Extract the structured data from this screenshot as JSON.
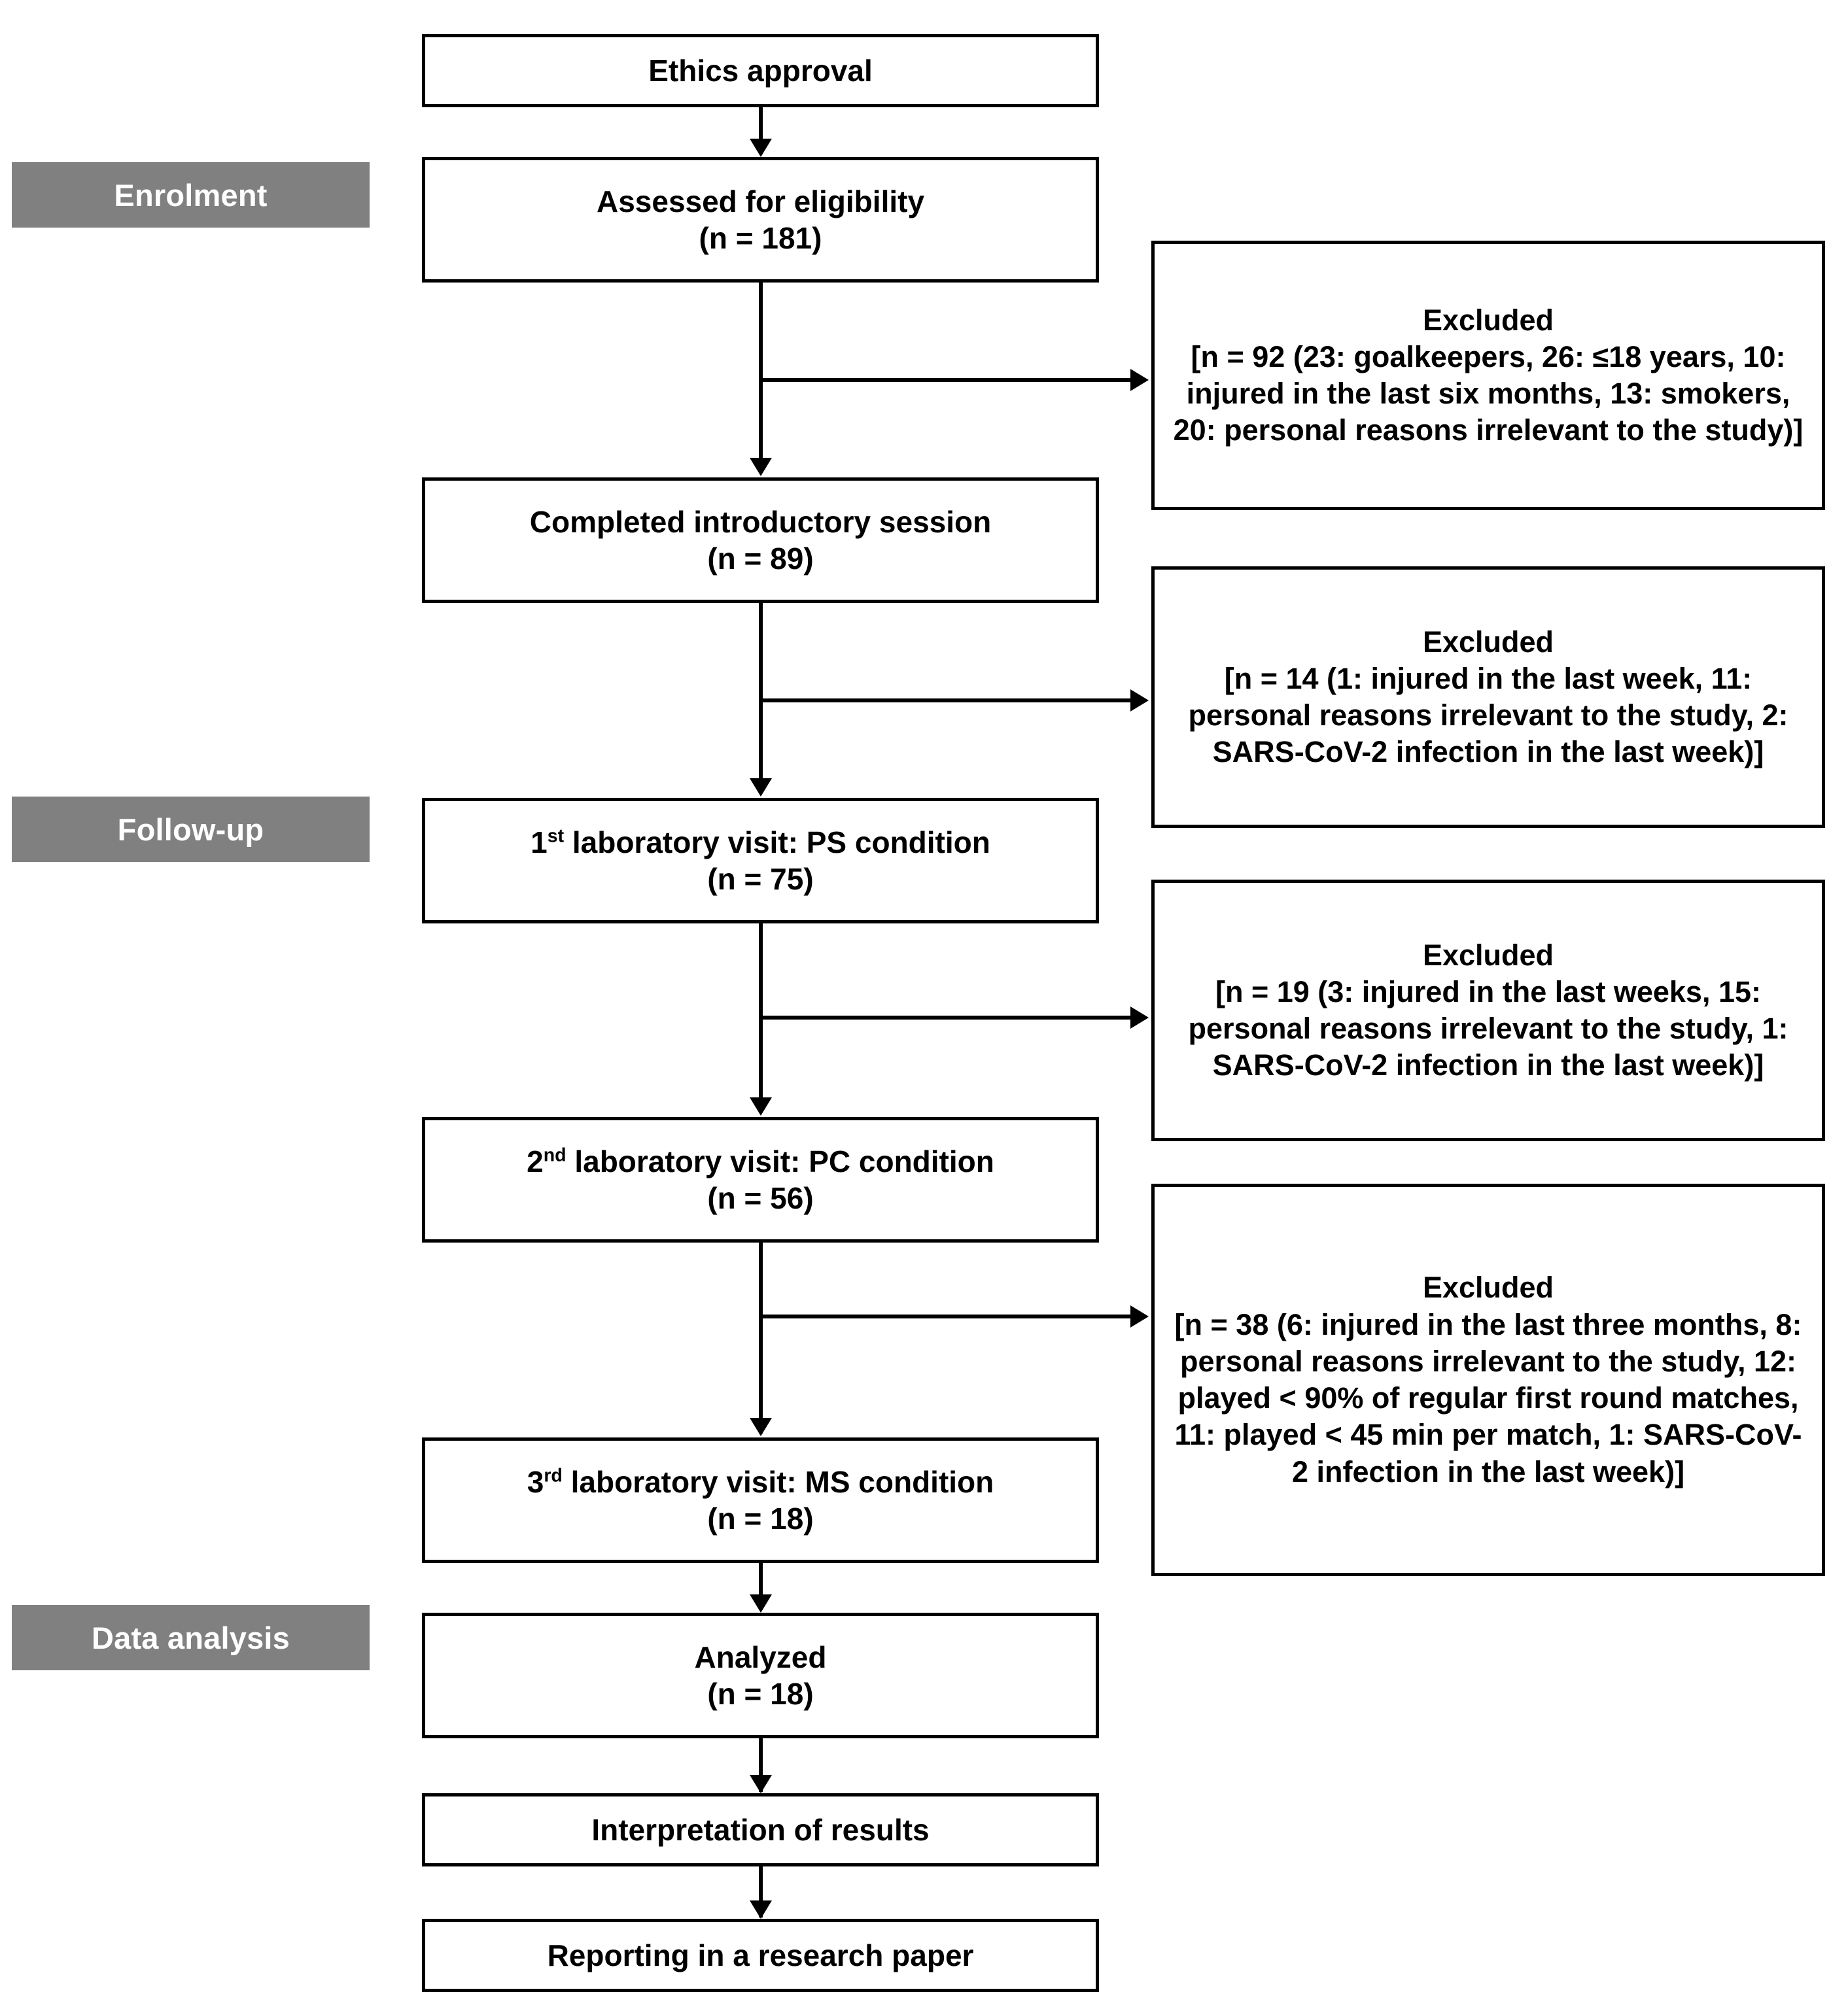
{
  "diagram": {
    "title": "CONSORT-style participant flow diagram",
    "colors": {
      "stage_label_bg": "#808080",
      "stage_label_text": "#ffffff",
      "box_border": "#000000",
      "box_bg": "#ffffff",
      "connector": "#000000"
    }
  },
  "stages": [
    {
      "id": "enrolment",
      "label": "Enrolment"
    },
    {
      "id": "follow-up",
      "label": "Follow-up"
    },
    {
      "id": "data-analysis",
      "label": "Data analysis"
    }
  ],
  "flow_boxes": [
    {
      "id": "ethics-approval",
      "line1": "Ethics approval",
      "line2": ""
    },
    {
      "id": "assessed-for-eligibility",
      "line1": "Assessed for eligibility",
      "line2": "(n = 181)"
    },
    {
      "id": "completed-introductory-session",
      "line1": "Completed introductory session",
      "line2": "(n = 89)"
    },
    {
      "id": "first-laboratory-visit",
      "line1_prefix": "1",
      "line1_sup": "st",
      "line1_rest": " laboratory visit: PS condition",
      "line2": "(n = 75)"
    },
    {
      "id": "second-laboratory-visit",
      "line1_prefix": "2",
      "line1_sup": "nd",
      "line1_rest": " laboratory visit: PC condition",
      "line2": "(n = 56)"
    },
    {
      "id": "third-laboratory-visit",
      "line1_prefix": "3",
      "line1_sup": "rd",
      "line1_rest": " laboratory visit: MS condition",
      "line2": "(n = 18)"
    },
    {
      "id": "analyzed",
      "line1": "Analyzed",
      "line2": "(n = 18)"
    },
    {
      "id": "interpretation-of-results",
      "line1": "Interpretation of results",
      "line2": ""
    },
    {
      "id": "reporting-in-a-research-paper",
      "line1": "Reporting in a research paper",
      "line2": ""
    }
  ],
  "exclusion_boxes": [
    {
      "id": "excluded-1",
      "title": "Excluded",
      "body": "[n = 92 (23: goalkeepers, 26: ≤18 years, 10: injured in the last six months, 13: smokers, 20: personal reasons irrelevant to the study)]",
      "n": 92,
      "reasons": [
        {
          "count": 23,
          "reason": "goalkeepers"
        },
        {
          "count": 26,
          "reason": "≤18 years"
        },
        {
          "count": 10,
          "reason": "injured in the last six months"
        },
        {
          "count": 13,
          "reason": "smokers"
        },
        {
          "count": 20,
          "reason": "personal reasons irrelevant to the study"
        }
      ]
    },
    {
      "id": "excluded-2",
      "title": "Excluded",
      "body": "[n = 14 (1: injured in the last week, 11: personal reasons irrelevant to the study, 2: SARS-CoV-2 infection in the last week)]",
      "n": 14,
      "reasons": [
        {
          "count": 1,
          "reason": "injured in the last week"
        },
        {
          "count": 11,
          "reason": "personal reasons irrelevant to the study"
        },
        {
          "count": 2,
          "reason": "SARS-CoV-2 infection in the last week"
        }
      ]
    },
    {
      "id": "excluded-3",
      "title": "Excluded",
      "body": "[n = 19 (3: injured in the last weeks, 15: personal reasons irrelevant to the study, 1: SARS-CoV-2 infection in the last week)]",
      "n": 19,
      "reasons": [
        {
          "count": 3,
          "reason": "injured in the last weeks"
        },
        {
          "count": 15,
          "reason": "personal reasons irrelevant to the study"
        },
        {
          "count": 1,
          "reason": "SARS-CoV-2 infection in the last week"
        }
      ]
    },
    {
      "id": "excluded-4",
      "title": "Excluded",
      "body": "[n = 38 (6: injured in the last three months, 8: personal reasons irrelevant to the study, 12: played < 90% of regular first round matches, 11: played < 45 min per match, 1: SARS-CoV-2 infection in the last week)]",
      "n": 38,
      "reasons": [
        {
          "count": 6,
          "reason": "injured in the last three months"
        },
        {
          "count": 8,
          "reason": "personal reasons irrelevant to the study"
        },
        {
          "count": 12,
          "reason": "played < 90% of regular first round matches"
        },
        {
          "count": 11,
          "reason": "played < 45 min per match"
        },
        {
          "count": 1,
          "reason": "SARS-CoV-2 infection in the last week"
        }
      ]
    }
  ]
}
